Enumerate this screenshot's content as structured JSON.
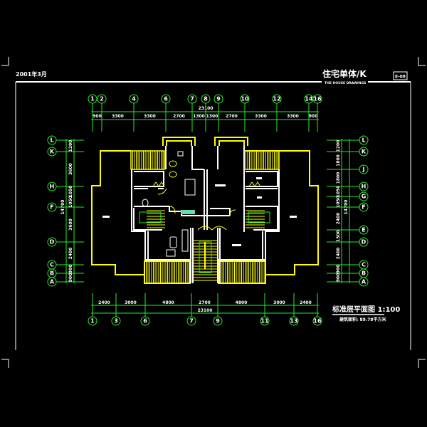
{
  "title_block": {
    "date": "2001年3月",
    "title": "住宅单体/K",
    "subtitle": "THE HOUSE DRAWINGS",
    "sheet_no": "E-08"
  },
  "drawing": {
    "caption": "标准层平面图 1:100",
    "area_note": "建筑面积: 89.78平方米"
  },
  "axes": {
    "top_labels": [
      "1",
      "2",
      "4",
      "6",
      "7",
      "8",
      "9",
      "10",
      "12",
      "14",
      "16"
    ],
    "top_dims": [
      "900",
      "3300",
      "3300",
      "2700",
      "1300",
      "1300",
      "2700",
      "3300",
      "3300",
      "900"
    ],
    "top_total": "23100",
    "bottom_labels": [
      "1",
      "3",
      "6",
      "7",
      "9",
      "11",
      "13",
      "16"
    ],
    "bottom_dims": [
      "2400",
      "3000",
      "4800",
      "2700",
      "4800",
      "3000",
      "2400"
    ],
    "bottom_total": "23100",
    "left_labels": [
      "L",
      "K",
      "H",
      "F",
      "D",
      "C",
      "B",
      "A"
    ],
    "left_dims": [
      "1200",
      "3600",
      "1050",
      "1050",
      "3600",
      "2400",
      "900",
      "900"
    ],
    "left_total": "14700",
    "right_labels": [
      "L",
      "K",
      "J",
      "H",
      "G",
      "F",
      "E",
      "D",
      "C",
      "B",
      "A"
    ],
    "right_dims": [
      "1200",
      "1800",
      "1800",
      "1050",
      "1050",
      "2400",
      "1500",
      "2400",
      "900",
      "900"
    ],
    "right_total": "14700"
  },
  "colors": {
    "grid": "#22ee22",
    "balcony": "#ffff00",
    "wall": "#ffffff",
    "background": "#000000"
  }
}
